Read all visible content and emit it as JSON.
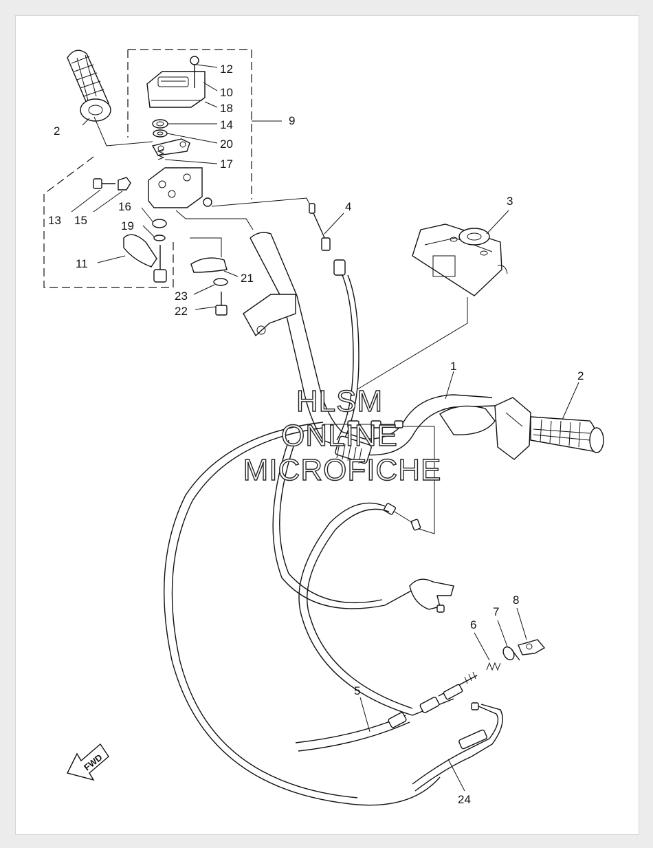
{
  "watermark": {
    "line1": "HLSM",
    "line2": "ONLINE",
    "line3": "MICROFICHE"
  },
  "direction_marker": {
    "label": "FWD",
    "icon": "arrow-left-down-icon"
  },
  "callouts": [
    {
      "id": "c1",
      "text": "1"
    },
    {
      "id": "c2a",
      "text": "2"
    },
    {
      "id": "c2b",
      "text": "2"
    },
    {
      "id": "c3",
      "text": "3"
    },
    {
      "id": "c4",
      "text": "4"
    },
    {
      "id": "c5",
      "text": "5"
    },
    {
      "id": "c6",
      "text": "6"
    },
    {
      "id": "c7",
      "text": "7"
    },
    {
      "id": "c8",
      "text": "8"
    },
    {
      "id": "c9",
      "text": "9"
    },
    {
      "id": "c10",
      "text": "10"
    },
    {
      "id": "c11",
      "text": "11"
    },
    {
      "id": "c12",
      "text": "12"
    },
    {
      "id": "c13",
      "text": "13"
    },
    {
      "id": "c14",
      "text": "14"
    },
    {
      "id": "c15",
      "text": "15"
    },
    {
      "id": "c16",
      "text": "16"
    },
    {
      "id": "c17",
      "text": "17"
    },
    {
      "id": "c18",
      "text": "18"
    },
    {
      "id": "c19",
      "text": "19"
    },
    {
      "id": "c20",
      "text": "20"
    },
    {
      "id": "c21",
      "text": "21"
    },
    {
      "id": "c22",
      "text": "22"
    },
    {
      "id": "c23",
      "text": "23"
    },
    {
      "id": "c24",
      "text": "24"
    }
  ]
}
